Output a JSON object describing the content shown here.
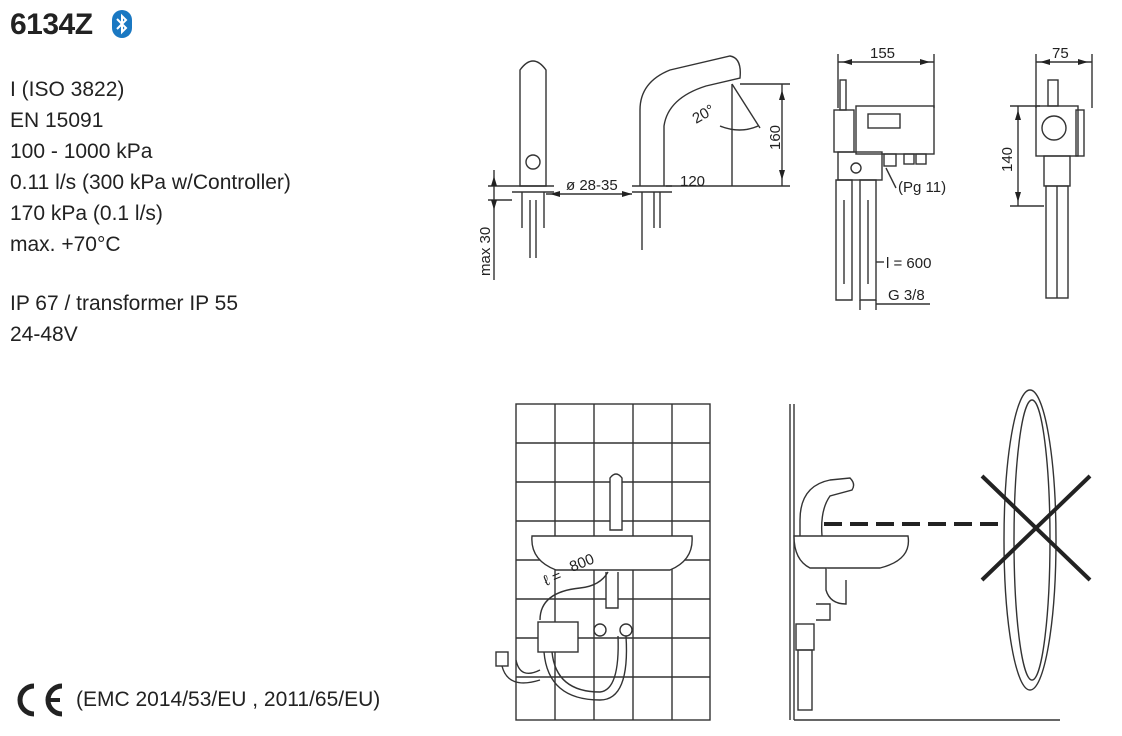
{
  "model": "6134Z",
  "icons": {
    "bluetooth": "bluetooth-icon",
    "ce": "ce-mark-icon"
  },
  "colors": {
    "bluetooth": "#1a78c2",
    "line": "#333333"
  },
  "specs": [
    "I (ISO 3822)",
    "EN 15091",
    "100 - 1000 kPa",
    "0.11 l/s (300 kPa w/Controller)",
    "170 kPa (0.1 l/s)",
    "max. +70°C"
  ],
  "electrical": [
    "IP 67 / transformer IP 55",
    "24-48V"
  ],
  "ce_text": "(EMC 2014/53/EU , 2011/65/EU)",
  "dimensions": {
    "max30": "max 30",
    "diameter": "ø 28-35",
    "reach": "120",
    "angle": "20°",
    "height": "160",
    "box_width": "155",
    "pg": "(Pg 11)",
    "hose_len": "l = 600",
    "thread": "G 3/8",
    "side_width": "75",
    "side_height": "140",
    "cable_len": "800",
    "ell": "ℓ ="
  }
}
